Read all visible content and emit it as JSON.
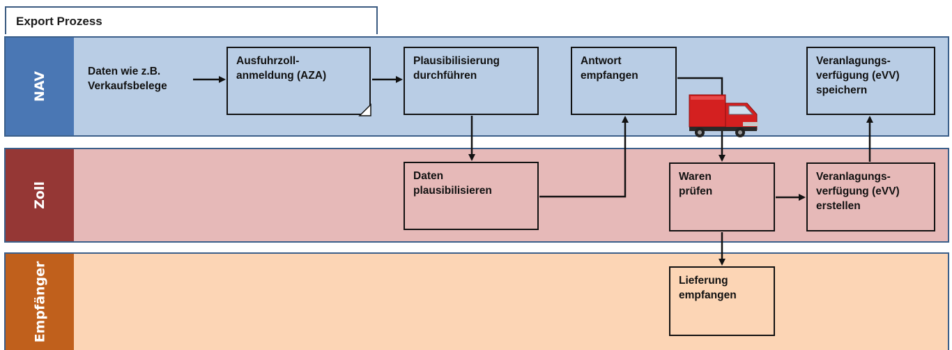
{
  "title": "Export Prozess",
  "lanes": [
    {
      "name": "NAV",
      "color": "#4a77b4",
      "background": "#b9cde5"
    },
    {
      "name": "Zoll",
      "color": "#953735",
      "background": "#e6b9b8"
    },
    {
      "name": "Empfänger",
      "color": "#c0601c",
      "background": "#fcd5b5"
    }
  ],
  "nodes": {
    "source": "Daten wie z.B.\nVerkaufsbelege",
    "aza": "Ausfuhrzoll-\nanmeldung (AZA)",
    "plausi": "Plausibilisierung\ndurchführen",
    "antwort": "Antwort\nempfangen",
    "evv_speichern": "Veranlagungs-\nverfügung (eVV)\nspeichern",
    "daten_plausi": "Daten\nplausibilisieren",
    "waren": "Waren\nprüfen",
    "evv_erstellen": "Veranlagungs-\nverfügung (eVV)\nerstellen",
    "lieferung": "Lieferung\nempfangen"
  },
  "icons": {
    "truck": "truck-icon"
  }
}
